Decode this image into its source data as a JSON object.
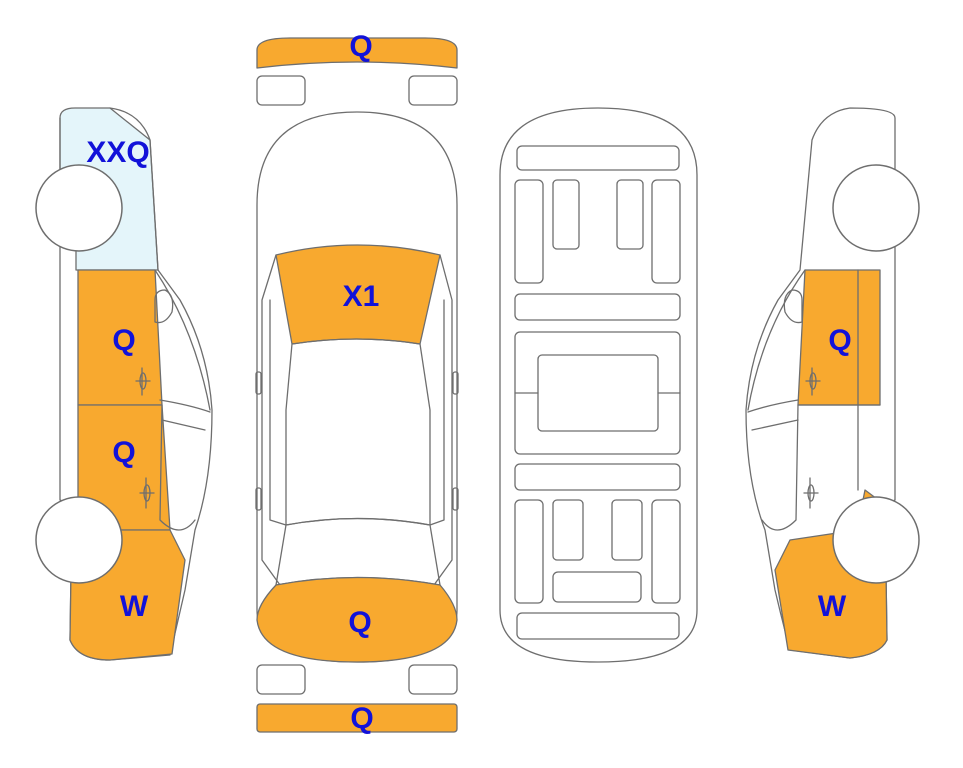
{
  "colors": {
    "damaged": "#f8a92f",
    "glass": "#e4f5fa",
    "label": "#1212d9",
    "outline": "#6e6e6e"
  },
  "labels": {
    "front_bumper": "Q",
    "hood": "X1",
    "rear_bumper": "Q",
    "rear_bumper_strip": "Q",
    "left_windshield": "XXQ",
    "left_front_door": "Q",
    "left_rear_door": "Q",
    "left_rear_quarter": "W",
    "right_front_door": "Q",
    "right_rear_quarter": "W"
  }
}
